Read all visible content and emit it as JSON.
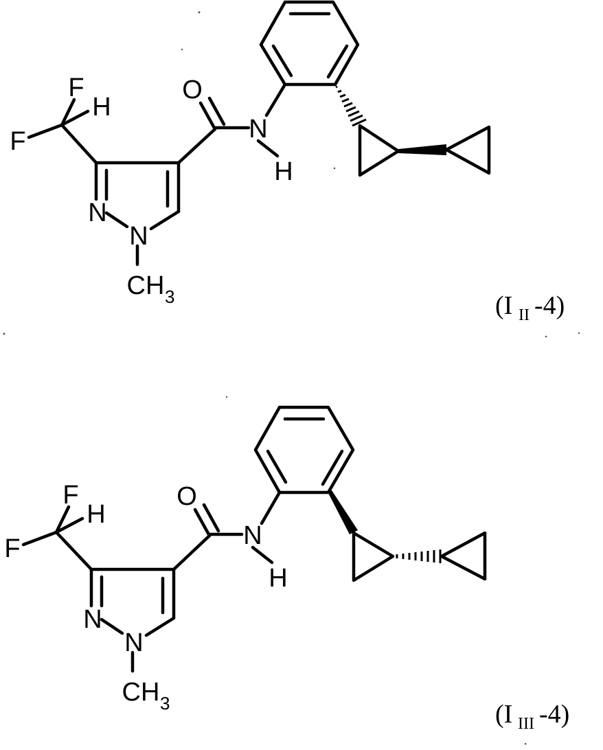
{
  "molecules": [
    {
      "label_open": "(I",
      "label_sub": "II",
      "label_close": "-4)",
      "atoms": {
        "F1": "F",
        "F2": "F",
        "H_cf2": "H",
        "O": "O",
        "N_amide": "N",
        "H_amide": "H",
        "N_ring2": "N",
        "N_ring1": "N",
        "C_methyl": "CH",
        "C_methyl_sub": "3"
      }
    },
    {
      "label_open": "(I",
      "label_sub": "III",
      "label_close": "-4)",
      "atoms": {
        "F1": "F",
        "F2": "F",
        "H_cf2": "H",
        "O": "O",
        "N_amide": "N",
        "H_amide": "H",
        "N_ring2": "N",
        "N_ring1": "N",
        "C_methyl": "CH",
        "C_methyl_sub": "3"
      }
    }
  ]
}
